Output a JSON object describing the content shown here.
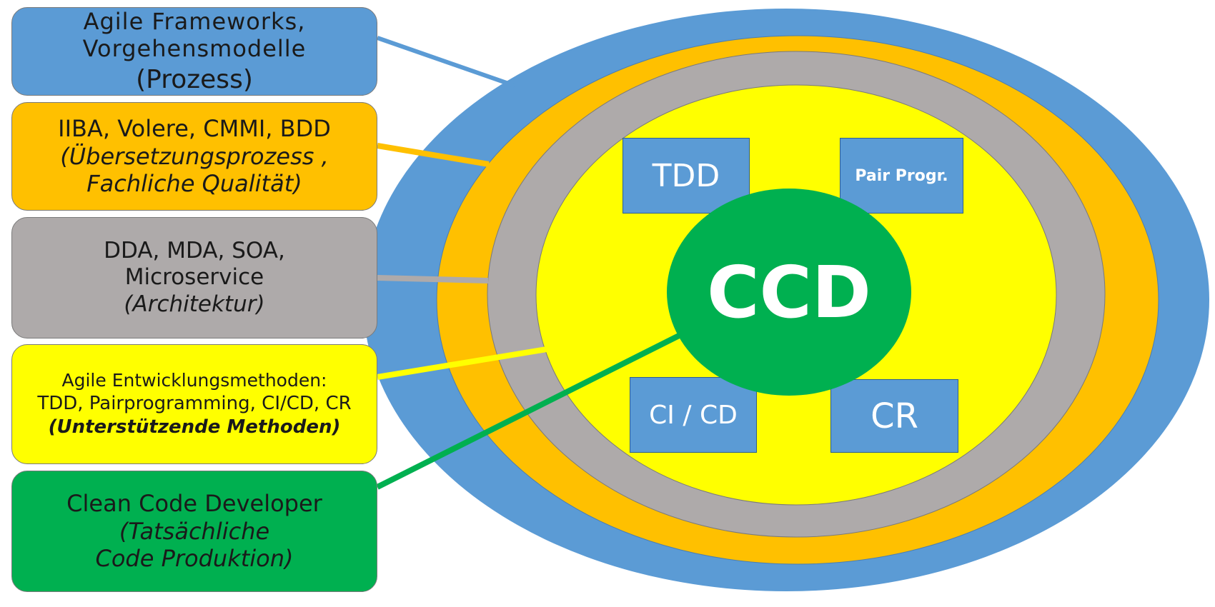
{
  "layers": [
    {
      "id": "prozess",
      "color": "#5b9bd5",
      "lines": [
        "Agile Frameworks,",
        "Vorgehensmodelle",
        "(Prozess)"
      ]
    },
    {
      "id": "uebersetzung",
      "color": "#ffc000",
      "lines": [
        "IIBA, Volere, CMMI, BDD",
        "(Übersetzungsprozess ,",
        " Fachliche Qualität)"
      ]
    },
    {
      "id": "architektur",
      "color": "#aeaaaa",
      "lines": [
        "DDA, MDA, SOA,",
        "Microservice",
        "(Architektur)"
      ]
    },
    {
      "id": "methoden",
      "color": "#ffff00",
      "lines": [
        "Agile Entwicklungsmethoden:",
        "TDD, Pairprogramming, CI/CD, CR",
        "(Unterstützende Methoden)"
      ]
    },
    {
      "id": "code",
      "color": "#00b050",
      "lines": [
        "Clean Code Developer",
        "(Tatsächliche",
        "Code Produktion)"
      ]
    }
  ],
  "methods": {
    "tdd": "TDD",
    "pair": "Pair Progr.",
    "cicd": "CI / CD",
    "cr": "CR"
  },
  "center": {
    "label": "CCD",
    "color": "#00b050"
  }
}
